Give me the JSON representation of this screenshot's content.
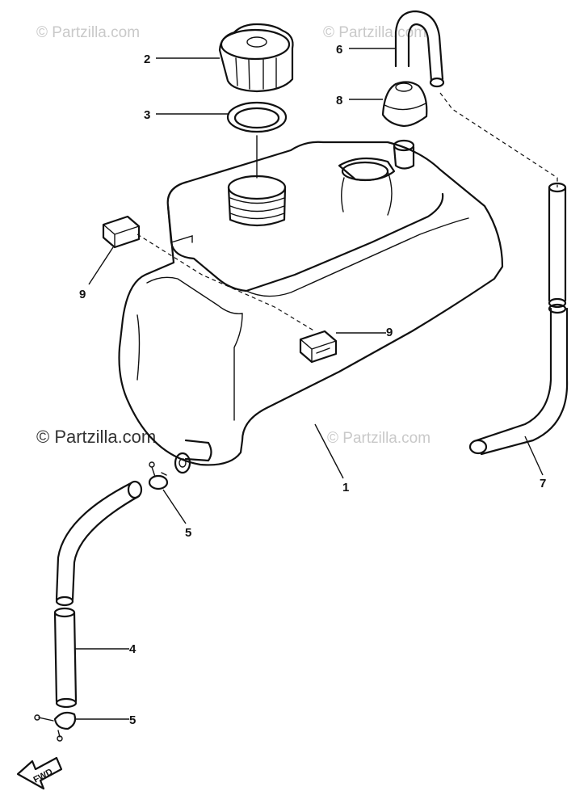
{
  "watermarks": {
    "text": "© Partzilla.com"
  },
  "callouts": {
    "c1": "1",
    "c2": "2",
    "c3": "3",
    "c4": "4",
    "c5a": "5",
    "c5b": "5",
    "c6": "6",
    "c7": "7",
    "c8": "8",
    "c9a": "9",
    "c9b": "9"
  },
  "fwd_label": "FWD"
}
